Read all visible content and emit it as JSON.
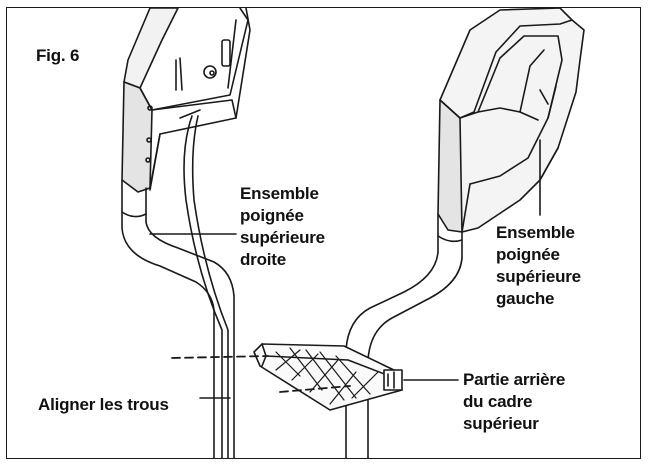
{
  "figure": {
    "label": "Fig. 6"
  },
  "labels": {
    "right_handle": [
      "Ensemble",
      "poignée",
      "supérieure",
      "droite"
    ],
    "left_handle": [
      "Ensemble",
      "poignée",
      "supérieure",
      "gauche"
    ],
    "align_holes": "Aligner les trous",
    "rear_frame": [
      "Partie arrière",
      "du cadre",
      "supérieur"
    ]
  },
  "colors": {
    "line": "#1a1a1a",
    "shade": "#d9d9d9",
    "border": "#1a1a1a"
  }
}
